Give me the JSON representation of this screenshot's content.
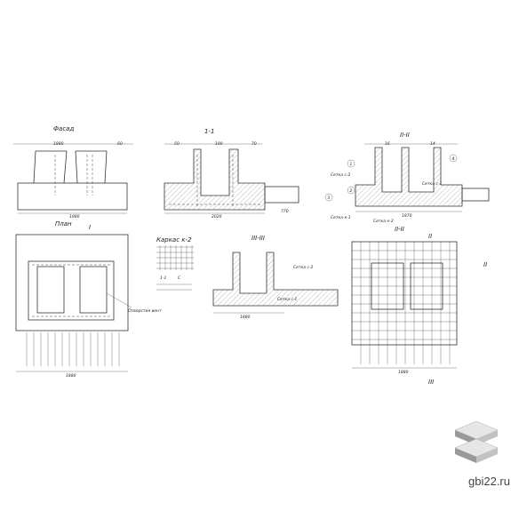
{
  "drawings": {
    "facade": {
      "title": "Фасад",
      "dims": [
        "60",
        "1880"
      ],
      "bottom_dim": "1980"
    },
    "section_1": {
      "title": "1-1",
      "dims": [
        "50",
        "190",
        "70"
      ],
      "bottom_dim": "2020",
      "side_dim": "770"
    },
    "section_2": {
      "title": "II-II",
      "dims": [
        "16",
        "14"
      ],
      "callouts": [
        "1",
        "2",
        "3",
        "4"
      ],
      "labels": [
        "Сетка с-2",
        "Сетка с-1",
        "Сетка к-1",
        "Сетка к-2"
      ],
      "bottom_dim": "1870"
    },
    "plan": {
      "title": "План",
      "cut_mark": "I",
      "note": "Отверстия вент",
      "bottom_dim": "1880"
    },
    "cage": {
      "title": "Каркас к-2",
      "dims": [
        "1-1",
        "С"
      ]
    },
    "section_3": {
      "title": "III-III",
      "labels": [
        "Сетка с-2",
        "Сетка с-1"
      ],
      "bottom_dim": "1880"
    },
    "section_4": {
      "title": "II-II",
      "cut_marks": [
        "II",
        "II",
        "III"
      ],
      "bottom_dim": "1880"
    }
  },
  "brand": {
    "logo_icon": "stacked-slabs-icon",
    "text": "gbi22.ru"
  }
}
